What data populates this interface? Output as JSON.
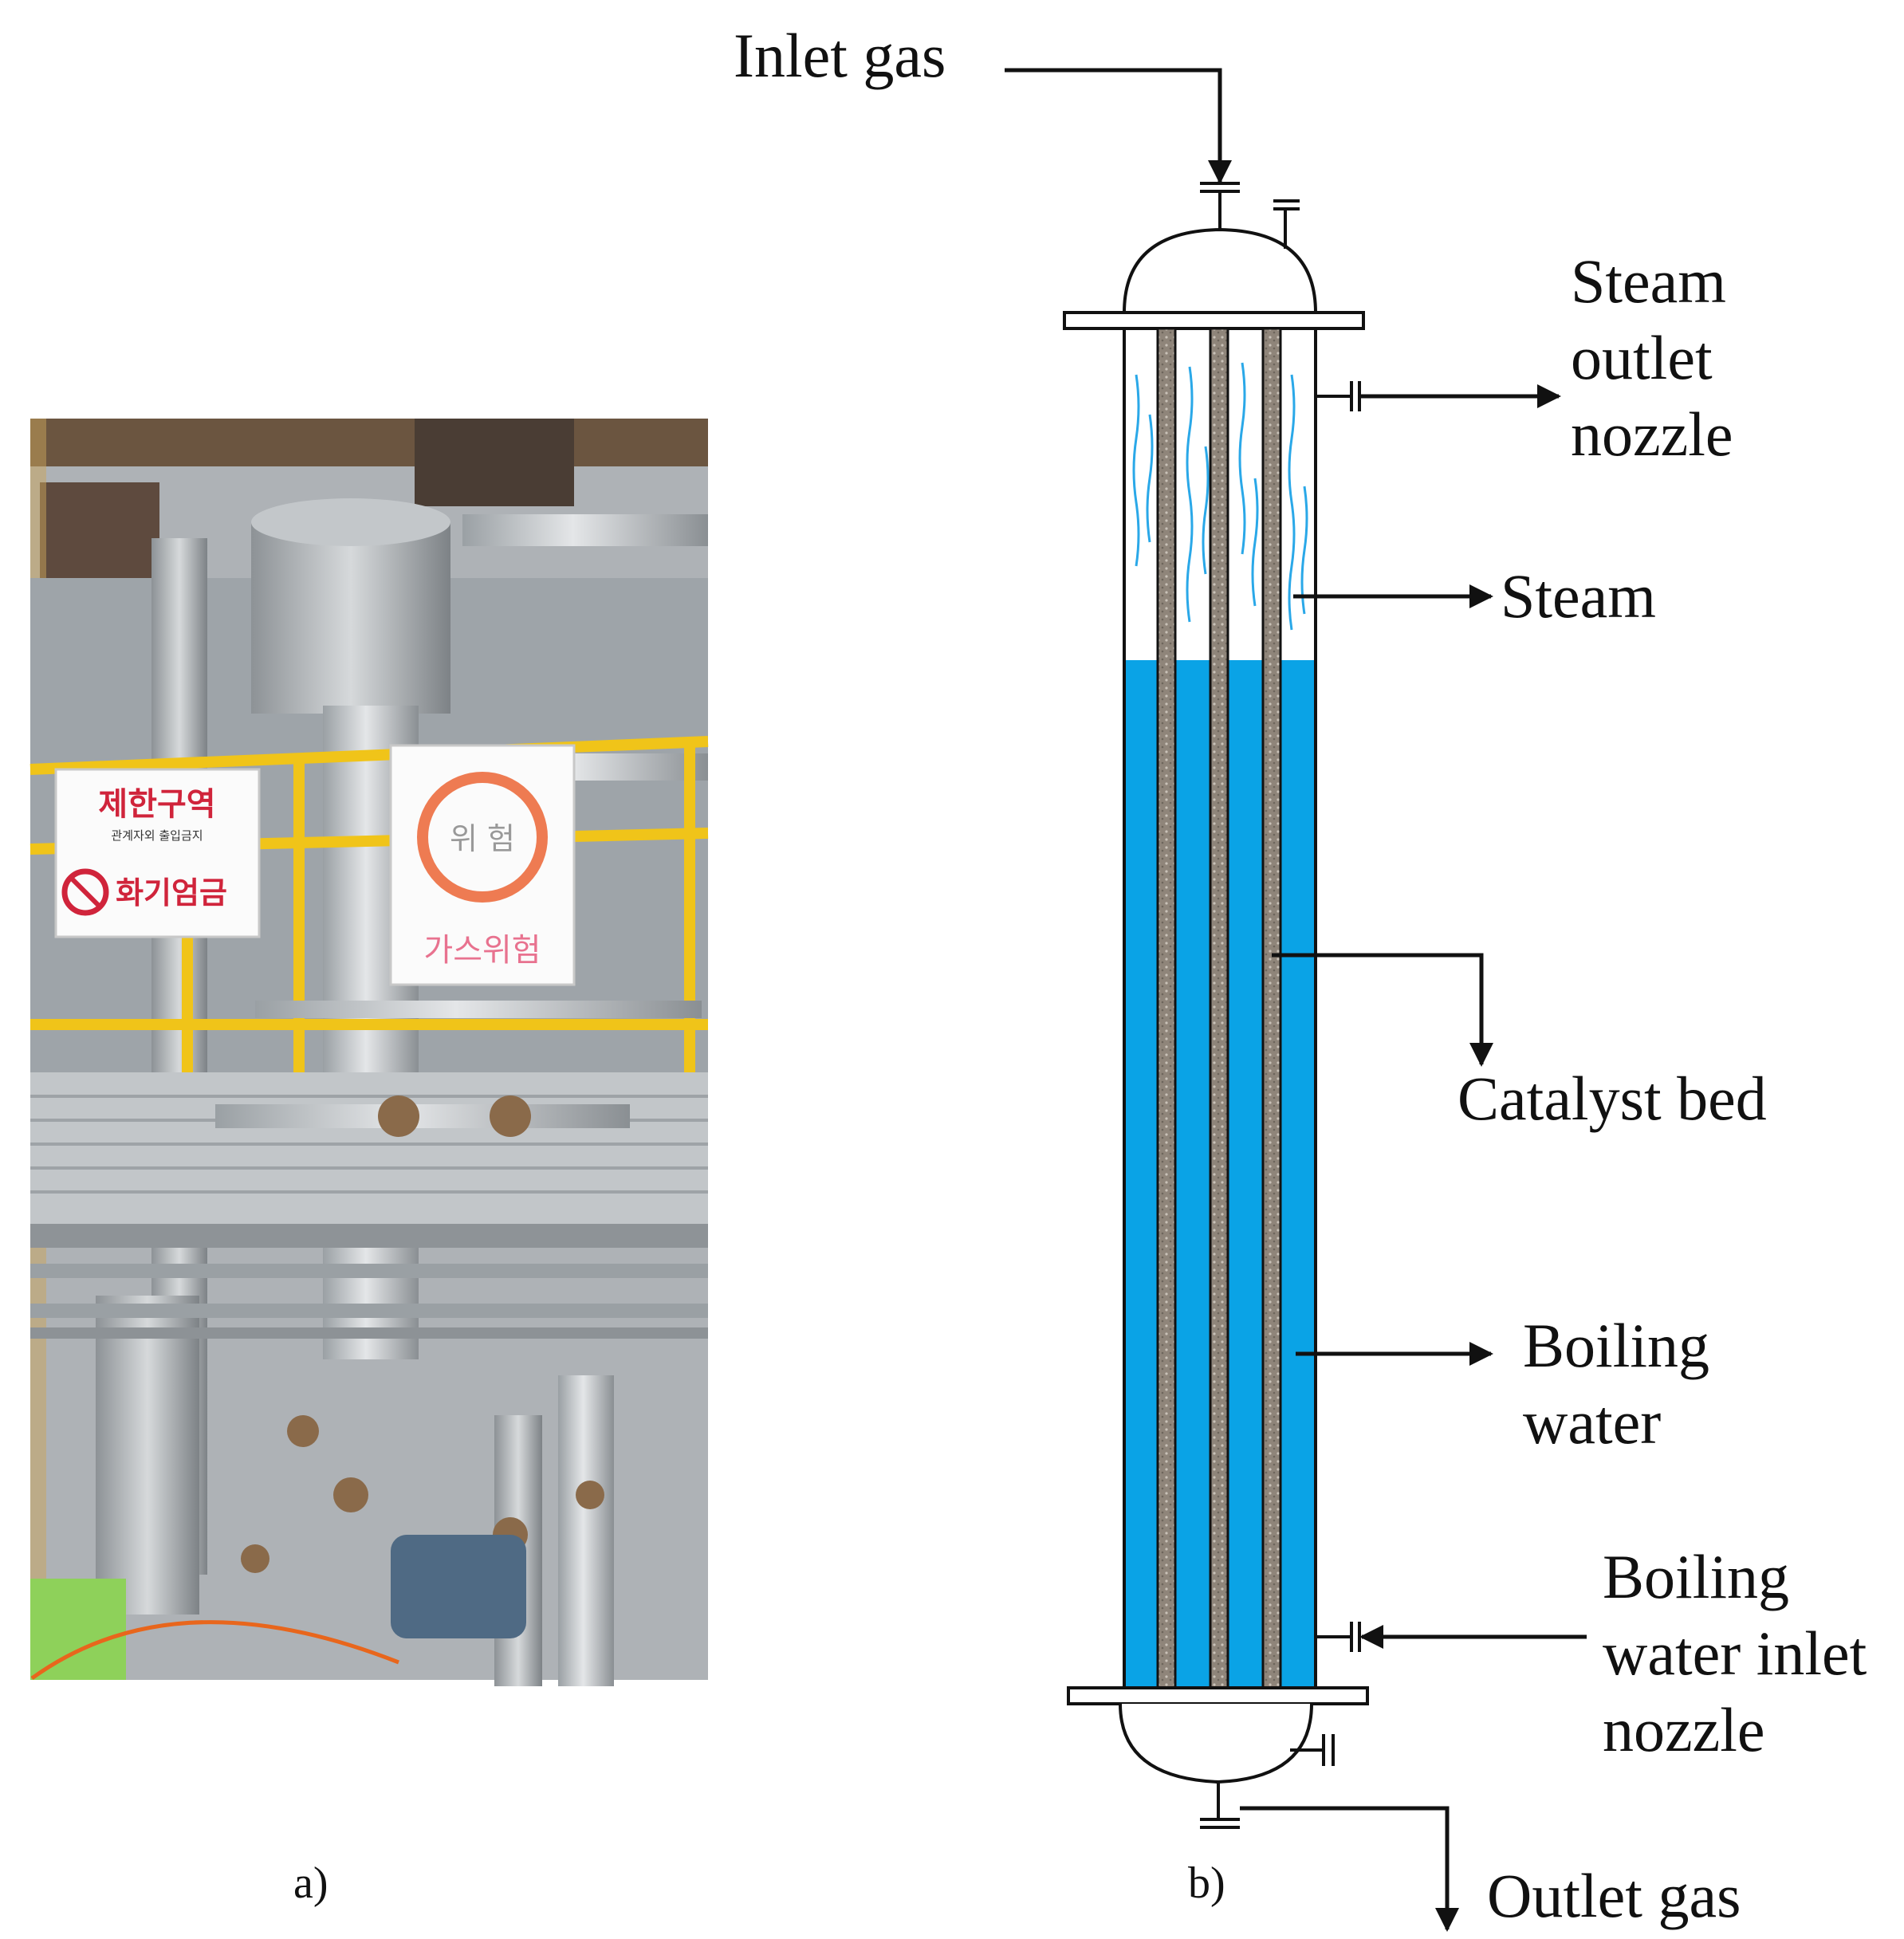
{
  "panel_a": {
    "caption": "a)",
    "photo": {
      "sign_left_title": "제한구역",
      "sign_left_subtitle": "관계자외 출입금지",
      "sign_left_warning": "화기엄금",
      "sign_right_circle": "위 험",
      "sign_right_text": "가스위험"
    }
  },
  "panel_b": {
    "caption": "b)",
    "labels": {
      "inlet_gas": "Inlet gas",
      "steam_outlet_line1": "Steam",
      "steam_outlet_line2": "outlet",
      "steam_outlet_line3": "nozzle",
      "steam": "Steam",
      "catalyst_bed": "Catalyst bed",
      "boiling_water_line1": "Boiling",
      "boiling_water_line2": "water",
      "bw_inlet_line1": "Boiling",
      "bw_inlet_line2": "water inlet",
      "bw_inlet_line3": "nozzle",
      "outlet_gas": "Outlet gas"
    },
    "colors": {
      "water": "#0aa3e6",
      "catalyst_tube": "#8a7f73",
      "steam_lines": "#2aa8e8",
      "outline": "#111111"
    }
  }
}
